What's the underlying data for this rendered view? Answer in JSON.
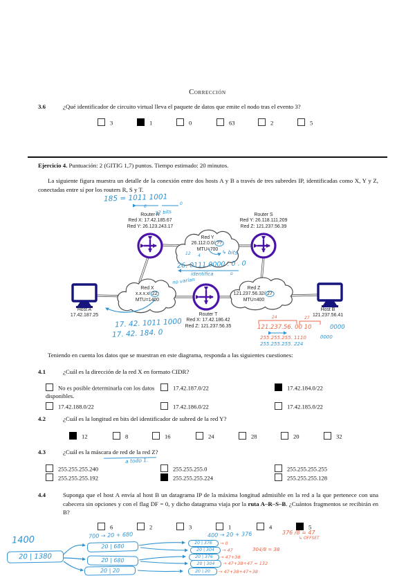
{
  "header": {
    "title": "Corrección"
  },
  "q36": {
    "number": "3.6",
    "text": "¿Qué identificador de circuito virtual lleva el paquete de datos que emite el nodo tras el evento 3?",
    "options": [
      {
        "label": "3",
        "checked": false
      },
      {
        "label": "1",
        "checked": true
      },
      {
        "label": "0",
        "checked": false
      },
      {
        "label": "63",
        "checked": false
      },
      {
        "label": "2",
        "checked": false
      },
      {
        "label": "5",
        "checked": false
      }
    ]
  },
  "exercise": {
    "title": "Ejercicio 4.",
    "meta": " Puntuación: 2 (GITIG 1,7) puntos. Tiempo estimado: 20 minutos.",
    "intro": "La siguiente figura muestra un detalle de la conexión entre dos hosts A y B a través de tres subredes IP, identificadas como X, Y y Z, conectadas entre sí por los routers R, S y T."
  },
  "diagram": {
    "router_r": {
      "name": "Router R",
      "if1": "Red X: 17.42.185.67",
      "if2": "Red Y: 26.123.243.17"
    },
    "router_s": {
      "name": "Router S",
      "if1": "Red Y: 26.118.111.209",
      "if2": "Red Z: 121.237.56.39"
    },
    "router_t": {
      "name": "Router T",
      "if1": "Red X: 17.42.186.42",
      "if2": "Red Z: 121.237.56.35"
    },
    "net_x": {
      "name": "Red X",
      "cidr": "x.x.x.x/",
      "bits": "22",
      "mtu": "MTU=1400"
    },
    "net_y": {
      "name": "Red Y",
      "cidr": "26.112.0.0/",
      "bits": "??",
      "mtu": "MTU=700"
    },
    "net_z": {
      "name": "Red Z",
      "cidr": "121.237.56.32/",
      "bits": "27",
      "mtu": "MTU=400"
    },
    "host_a": {
      "name": "Host A",
      "ip": "17.42.187.25"
    },
    "host_b": {
      "name": "Host B",
      "ip": "121.237.56.41"
    }
  },
  "handwriting": {
    "binary_185": "185 = 1011 1001",
    "sub_6": "6",
    "sub_0": "0",
    "bits_32": "32 bits",
    "bits_callout": "↳ bits",
    "len_12": "12",
    "len_4": "4",
    "y_binary": "26. 0111 0000 . 0 . 0",
    "identifica": "identifica",
    "small_o": "o",
    "no_varian": "no varían",
    "x_binary": "17. 42. 1011 1000",
    "x_network": "17. 42. 184. 0",
    "brace_24": "24",
    "brace_27": "27",
    "z_binary_red": "121.237.56. 00 10",
    "z_binary_blue": "0000",
    "z_mask_red": "255.255.255. 1110",
    "z_mask_blue": "0000",
    "z_mask_dec": "255.255.255. 224",
    "todo_1": "a todo 1."
  },
  "lead": "Teniendo en cuenta los datos que se muestran en este diagrama, responda a las siguientes cuestiones:",
  "q41": {
    "number": "4.1",
    "text": "¿Cuál es la dirección de la red X en formato CIDR?",
    "options": [
      {
        "label": "No es posible determinarla con los datos disponibles.",
        "checked": false
      },
      {
        "label": "17.42.187.0/22",
        "checked": false
      },
      {
        "label": "17.42.184.0/22",
        "checked": true
      },
      {
        "label": "17.42.188.0/22",
        "checked": false
      },
      {
        "label": "17.42.186.0/22",
        "checked": false
      },
      {
        "label": "17.42.185.0/22",
        "checked": false
      }
    ]
  },
  "q42": {
    "number": "4.2",
    "text": "¿Cuál es la longitud en bits del identificador de subred de la red Y?",
    "options": [
      {
        "label": "12",
        "checked": true
      },
      {
        "label": "8",
        "checked": false
      },
      {
        "label": "16",
        "checked": false
      },
      {
        "label": "24",
        "checked": false
      },
      {
        "label": "28",
        "checked": false
      },
      {
        "label": "20",
        "checked": false
      },
      {
        "label": "32",
        "checked": false
      }
    ]
  },
  "q43": {
    "number": "4.3",
    "text": "¿Cuál es la máscara de red de la red Z?",
    "options": [
      {
        "label": "255.255.255.240",
        "checked": false
      },
      {
        "label": "255.255.255.0",
        "checked": false
      },
      {
        "label": "255.255.255.255",
        "checked": false
      },
      {
        "label": "255.255.255.192",
        "checked": false
      },
      {
        "label": "255.255.255.224",
        "checked": true
      },
      {
        "label": "255.255.255.128",
        "checked": false
      }
    ]
  },
  "q44": {
    "number": "4.4",
    "text_a": "Suponga que el host A envía al host B un datagrama IP de la máxima longitud admisible en la red a la que pertenece con una cabecera sin opciones y con el flag DF = 0, y dicho datagrama viaja por la ",
    "text_bold": "ruta A–R–S–B",
    "text_b": ". ¿Cuántos fragmentos se recibirán en B?",
    "options": [
      {
        "label": "6",
        "checked": false
      },
      {
        "label": "2",
        "checked": false
      },
      {
        "label": "3",
        "checked": false
      },
      {
        "label": "1",
        "checked": false
      },
      {
        "label": "4",
        "checked": false
      },
      {
        "label": "5",
        "checked": true
      }
    ]
  },
  "work": {
    "total": "1400",
    "box_initial": "20 | 1380",
    "split1_header": "700 → 20 + 680",
    "split1_boxes": [
      "20 | 680",
      "20 | 680",
      "20 | 20"
    ],
    "split2_header": "400 → 20 + 376",
    "split2_boxes": [
      "20 | 376",
      "20 | 304",
      "20 | 376",
      "20 | 304",
      "20 | 20"
    ],
    "offsets": [
      "→ 0",
      "→ 47",
      "→ 47+38",
      "→ 47+38+47 = 132",
      "→ 47+38+47+38"
    ],
    "calc_376": "376 /8 = 47",
    "offset_label": "↳ OFFSET",
    "calc_304": "304/8 = 38"
  },
  "colors": {
    "ink_blue": "#2e93d2",
    "ink_red": "#ee6445",
    "router_purple": "#4a12a8",
    "host_navy": "#15157d"
  }
}
